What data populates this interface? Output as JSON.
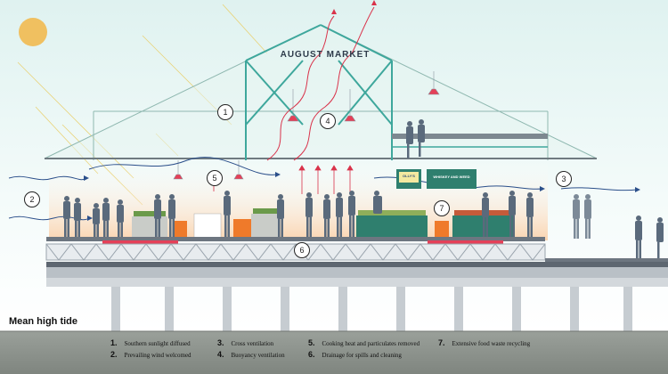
{
  "title": "AUGUST MARKET",
  "tide_label": "Mean high tide",
  "markers": [
    "1",
    "2",
    "3",
    "4",
    "5",
    "6",
    "7"
  ],
  "signs": {
    "left": "OLLY'S",
    "right": "WHISKEY AND WEED"
  },
  "legend": [
    {
      "num": "1.",
      "text": "Southern sunlight diffused"
    },
    {
      "num": "2.",
      "text": "Prevailing wind welcomed"
    },
    {
      "num": "3.",
      "text": "Cross ventilation"
    },
    {
      "num": "4.",
      "text": "Buoyancy ventilation"
    },
    {
      "num": "5.",
      "text": "Cooking heat and particulates removed"
    },
    {
      "num": "6.",
      "text": "Drainage for spills and cleaning"
    },
    {
      "num": "7.",
      "text": "Extensive food waste recycling"
    }
  ],
  "colors": {
    "sky_top": "#dff2f0",
    "sky_bottom": "#ffffff",
    "sun": "#f0c060",
    "frame": "#3ea79c",
    "wind": "#2b4f8a",
    "heat": "#d9324a",
    "deck": "#6d7680",
    "stall_green": "#2f7f6e",
    "stall_orange": "#ef7a2a",
    "water": "#8f948e"
  }
}
